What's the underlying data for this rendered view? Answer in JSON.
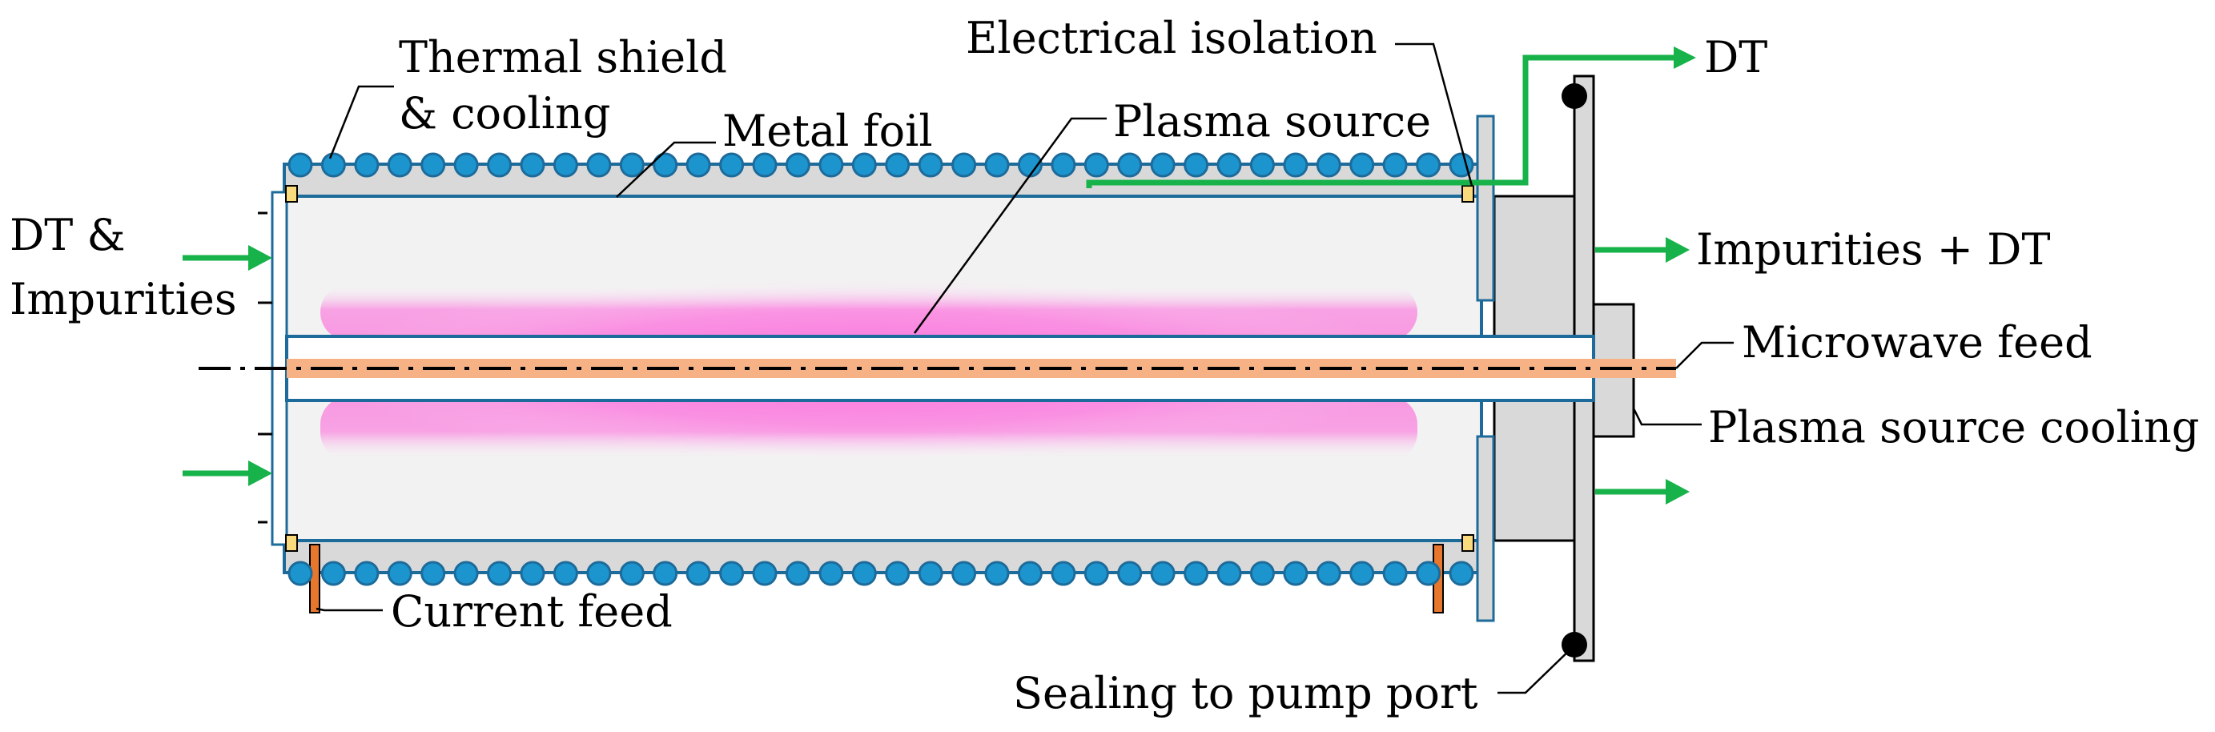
{
  "labels": {
    "thermal_shield_line1": "Thermal shield",
    "thermal_shield_line2": "& cooling",
    "metal_foil": "Metal foil",
    "electrical_isolation": "Electrical isolation",
    "plasma_source": "Plasma source",
    "dt_out": "DT",
    "impurities_dt": "Impurities + DT",
    "microwave_feed": "Microwave feed",
    "plasma_source_cooling": "Plasma source cooling",
    "dt_impurities_line1": "DT &",
    "dt_impurities_line2": "Impurities",
    "current_feed": "Current feed",
    "sealing": "Sealing to pump port"
  },
  "colors": {
    "arrow_green": "#17b24a",
    "bead_blue": "#1c95cf",
    "frame_blue": "#1d6b9a",
    "plasma_pink": "#ff3cd2",
    "microwave_orange": "#f6b184",
    "feed_orange": "#e8772e",
    "isolation_yellow": "#f9da7c",
    "flange_grey": "#d9d9d9",
    "tube_fill": "#f2f2f2"
  },
  "beads": {
    "top_count": 36,
    "bottom_count": 36
  }
}
